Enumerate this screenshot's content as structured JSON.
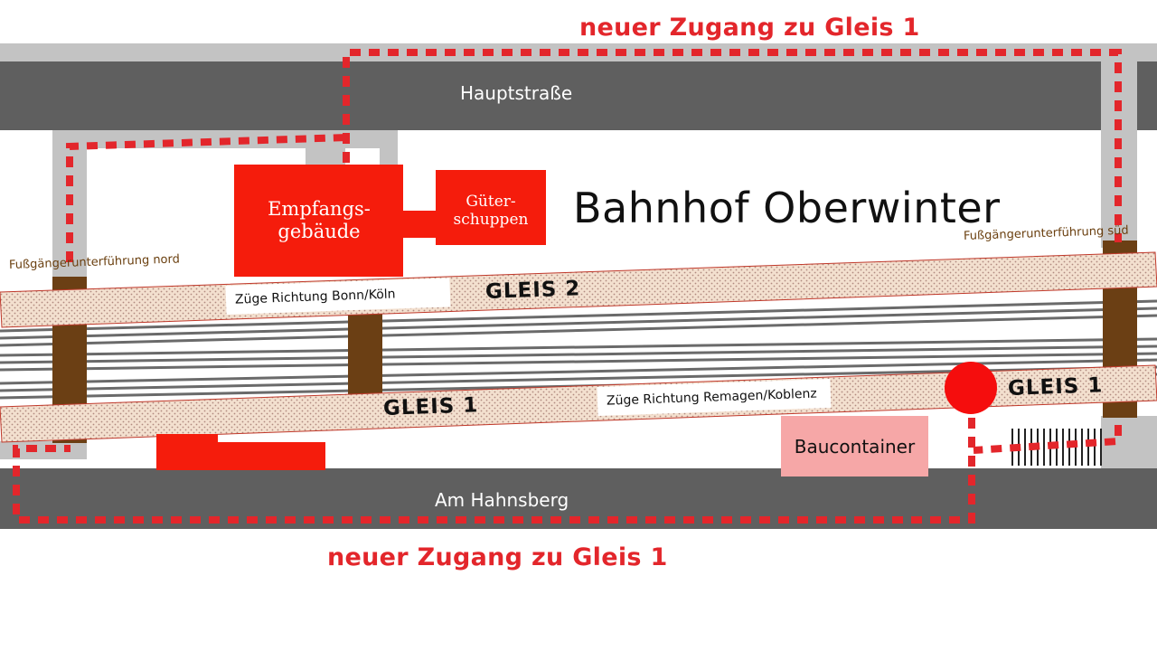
{
  "title": "Bahnhof Oberwinter",
  "access_labels": {
    "top": "neuer Zugang zu Gleis 1",
    "bottom": "neuer Zugang zu Gleis 1"
  },
  "streets": {
    "north": "Hauptstraße",
    "south": "Am Hahnsberg"
  },
  "buildings": {
    "reception_line1": "Empfangs-",
    "reception_line2": "gebäude",
    "goods_line1": "Güter-",
    "goods_line2": "schuppen",
    "container": "Baucontainer"
  },
  "underpasses": {
    "north": "Fußgängerunterführung nord",
    "south": "Fußgängerunterführung süd"
  },
  "platforms": {
    "gleis2": "GLEIS 2",
    "gleis1_left": "GLEIS 1",
    "gleis1_right": "GLEIS 1"
  },
  "directions": {
    "gleis2": "Züge Richtung Bonn/Köln",
    "gleis1": "Züge Richtung Remagen/Koblenz"
  },
  "colors": {
    "access_path": "#e3262b",
    "building": "#f51c0c",
    "street": "#5f5f5f",
    "footpath": "#c3c3c3",
    "underpass": "#6b3f14",
    "track": "#6a6a6a",
    "platform": "#f2dcc8",
    "container": "#f6a7a7"
  }
}
